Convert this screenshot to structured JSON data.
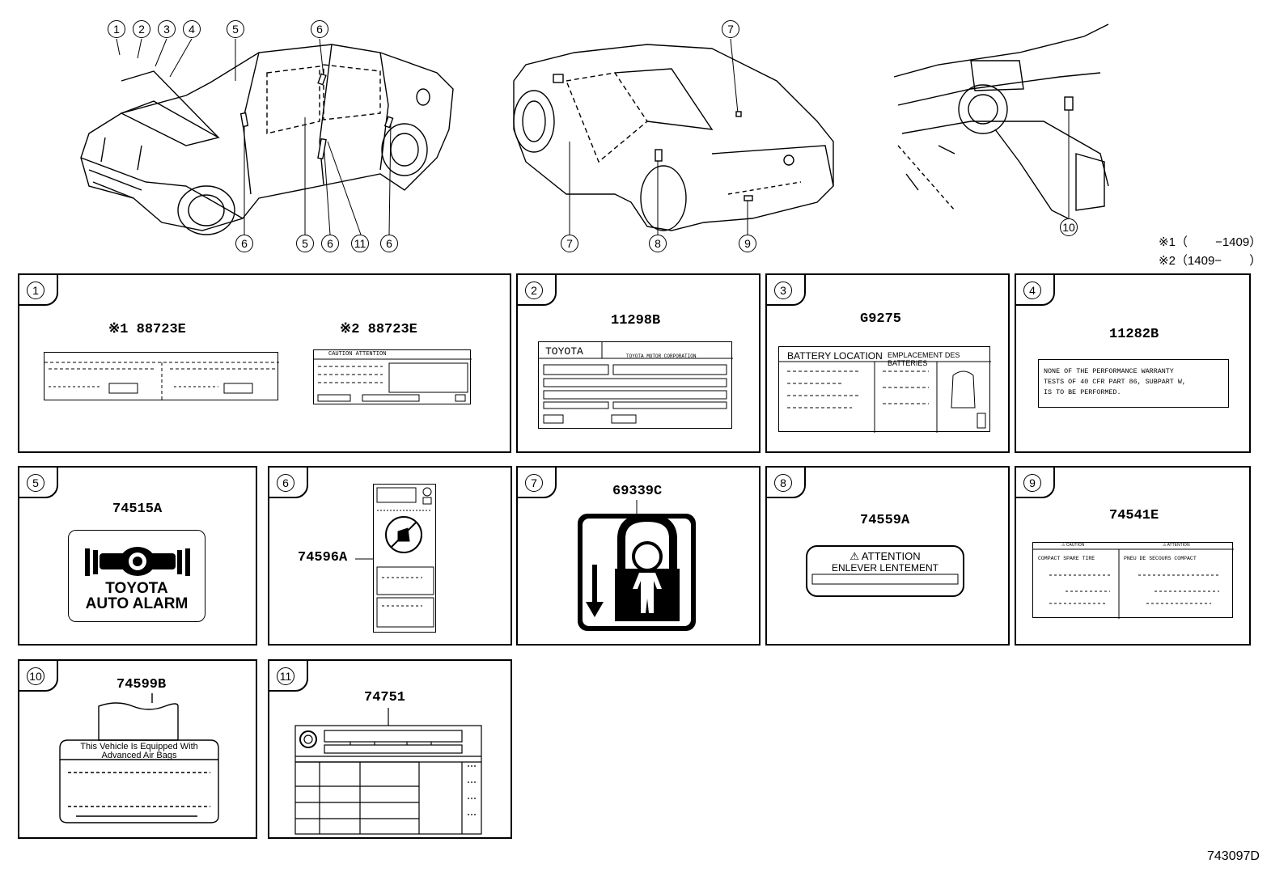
{
  "callouts": {
    "c1": "1",
    "c2": "2",
    "c3": "3",
    "c4": "4",
    "c5": "5",
    "c6": "6",
    "c7": "7",
    "c8": "8",
    "c9": "9",
    "c10": "10",
    "c11": "11"
  },
  "notes": {
    "n1": "※1（　　 −1409）",
    "n2": "※2（1409−　　 ）"
  },
  "figure_id": "743097D",
  "panels": {
    "p1": {
      "pn_a": "※1 88723E",
      "pn_b": "※2 88723E",
      "caution": "CAUTION  ATTENTION"
    },
    "p2": {
      "pn": "11298B",
      "brand": "TOYOTA",
      "maker": "TOYOTA MOTOR CORPORATION"
    },
    "p3": {
      "pn": "G9275",
      "title_en": "BATTERY LOCATION",
      "title_fr": "EMPLACEMENT DES BATTERIES"
    },
    "p4": {
      "pn": "11282B",
      "text": [
        "NONE OF THE PERFORMANCE WARRANTY",
        "TESTS OF 40 CFR PART 86, SUBPART W,",
        "IS TO BE PERFORMED."
      ]
    },
    "p5": {
      "pn": "74515A",
      "line1": "TOYOTA",
      "line2": "AUTO ALARM"
    },
    "p6": {
      "pn": "74596A"
    },
    "p7": {
      "pn": "69339C"
    },
    "p8": {
      "pn": "74559A",
      "line1": "⚠ ATTENTION",
      "line2": "ENLEVER LENTEMENT"
    },
    "p9": {
      "pn": "74541E",
      "left_head": "COMPACT SPARE TIRE",
      "right_head": "PNEU DE SECOURS COMPACT",
      "caution": "⚠ CAUTION",
      "attention": "⚠ ATTENTION"
    },
    "p10": {
      "pn": "74599B",
      "line1": "This Vehicle Is Equipped With",
      "line2": "Advanced  Air  Bags"
    },
    "p11": {
      "pn": "74751"
    }
  }
}
